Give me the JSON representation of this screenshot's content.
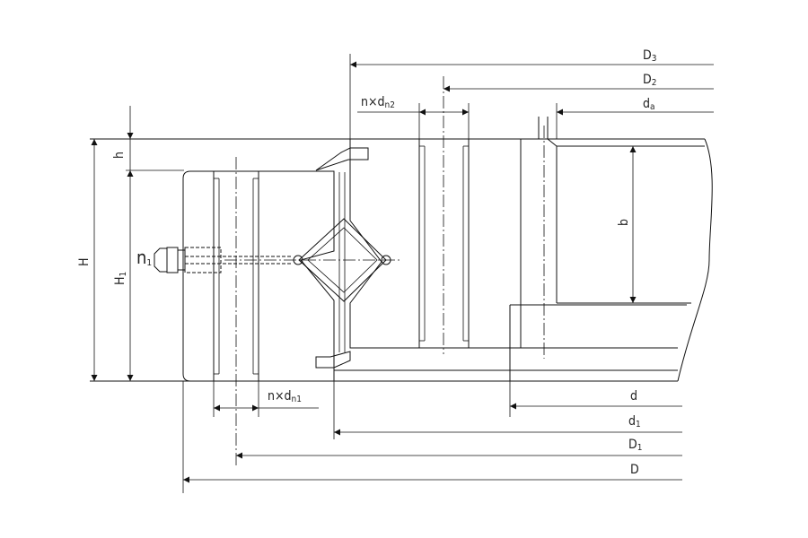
{
  "colors": {
    "ring_fill": "#35969a",
    "line": "#111111",
    "background": "#ffffff"
  },
  "labels": {
    "D3": {
      "main": "D",
      "sub": "3"
    },
    "D2": {
      "main": "D",
      "sub": "2"
    },
    "da": {
      "main": "d",
      "sub": "a"
    },
    "dn2": {
      "main": "n×d",
      "sub": "n2"
    },
    "h": {
      "main": "h",
      "sub": ""
    },
    "b": {
      "main": "b",
      "sub": ""
    },
    "H": {
      "main": "H",
      "sub": ""
    },
    "H1": {
      "main": "H",
      "sub": "1"
    },
    "n1": {
      "main": "n",
      "sub": "1"
    },
    "dn1": {
      "main": "n×d",
      "sub": "n1"
    },
    "d": {
      "main": "d",
      "sub": ""
    },
    "d1": {
      "main": "d",
      "sub": "1"
    },
    "D1": {
      "main": "D",
      "sub": "1"
    },
    "D": {
      "main": "D",
      "sub": ""
    }
  }
}
